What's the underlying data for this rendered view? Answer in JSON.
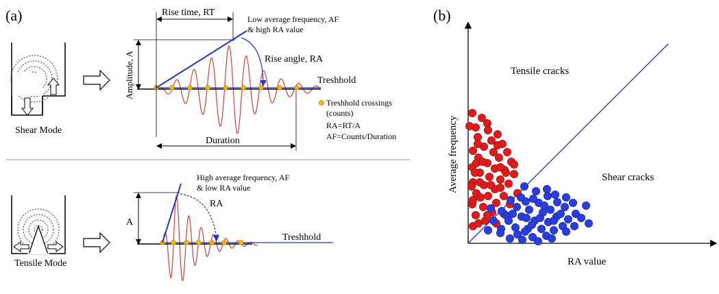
{
  "panel_a": {
    "label": "(a)",
    "shear": {
      "mode_label": "Shear Mode",
      "rise_time": "Rise time, RT",
      "low_af": "Low average frequency, AF",
      "high_ra": "& high RA value",
      "rise_angle": "Rise angle, RA",
      "amplitude": "Amplitude, A",
      "threshold": "Treshhold",
      "duration": "Duration",
      "legend_crossings": "Treshhold crossings",
      "legend_counts": "(counts)",
      "formula_ra": "RA=RT/A",
      "formula_af": "AF=Counts/Duration"
    },
    "tensile": {
      "mode_label": "Tensile Mode",
      "high_af": "High average frequency, AF",
      "low_ra": "& low RA value",
      "ra": "RA",
      "amplitude": "A",
      "threshold": "Treshhold"
    }
  },
  "panel_b": {
    "label": "(b)",
    "ylabel": "Average frequency",
    "xlabel": "RA value",
    "tensile_region": "Tensile cracks",
    "shear_region": "Shear cracks"
  },
  "colors": {
    "waveform": "#e8271f",
    "line_blue": "#2333cc",
    "tensile_points": "#e01b1b",
    "shear_points": "#2a3ee0",
    "crossing_marker": "#f5b800"
  }
}
